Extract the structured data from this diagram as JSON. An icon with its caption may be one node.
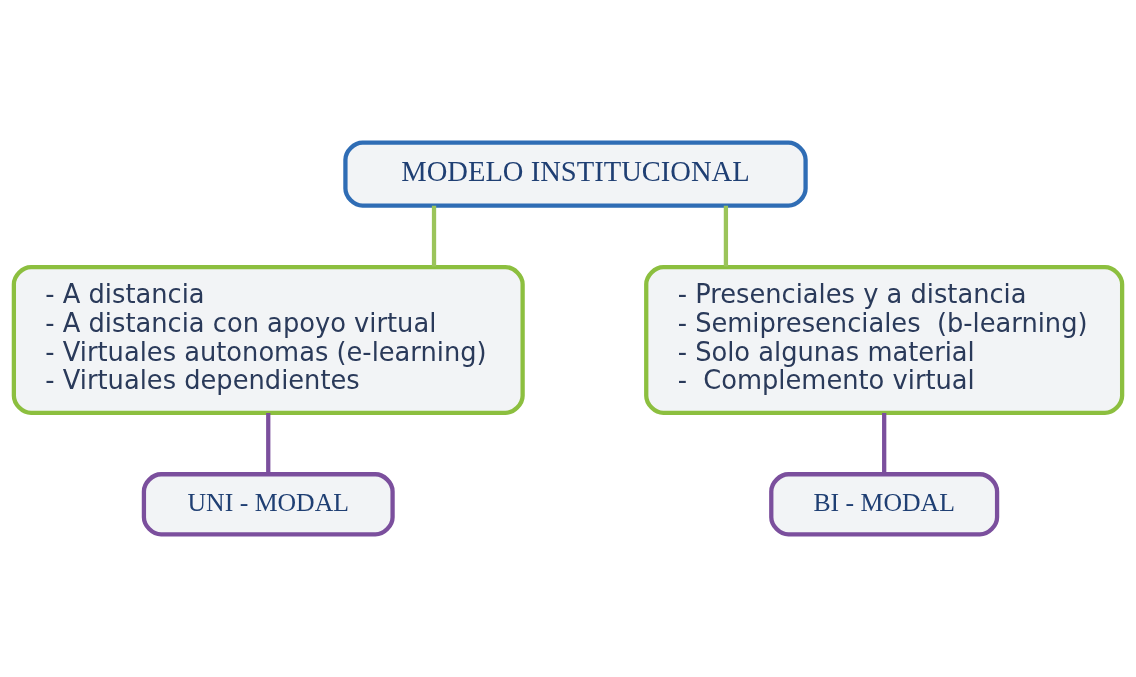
{
  "diagram": {
    "nodes": [
      {
        "text": [
          "MODELO INSTITUCIONAL"
        ]
      },
      {
        "text": [
          "- A distancia",
          "- A distancia con apoyo virtual",
          "- Virtuales autonomas (e-learning)",
          "- Virtuales dependientes"
        ]
      },
      {
        "text": [
          "- Presenciales y a distancia",
          "- Semipresenciales  (b-learning)",
          "- Solo algunas material",
          "-  Complemento virtual"
        ]
      },
      {
        "text": [
          "UNI - MODAL"
        ]
      },
      {
        "text": [
          "BI - MODAL"
        ]
      }
    ],
    "edges": [
      {
        "from": 0,
        "to": 1,
        "arrow": "none",
        "color": "#9bc45a"
      },
      {
        "from": 0,
        "to": 2,
        "arrow": "none",
        "color": "#9bc45a"
      },
      {
        "from": 1,
        "to": 3,
        "arrow": "none",
        "color": "#7b4f9d"
      },
      {
        "from": 2,
        "to": 4,
        "arrow": "none",
        "color": "#7b4f9d"
      }
    ]
  }
}
